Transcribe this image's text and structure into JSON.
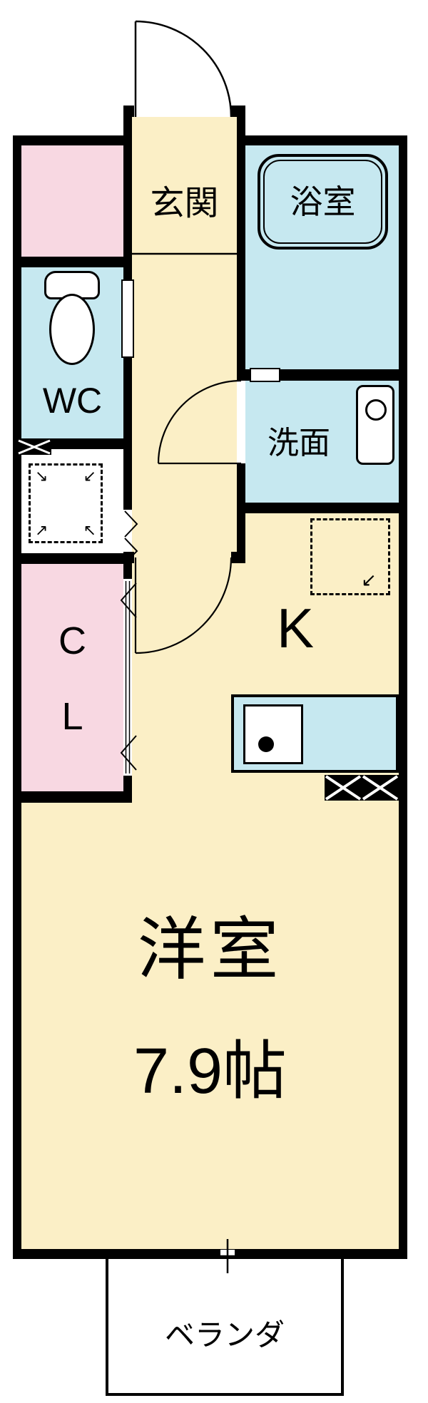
{
  "floorplan": {
    "entrance": {
      "label": "玄関"
    },
    "bathroom": {
      "label": "浴室"
    },
    "wc": {
      "label": "WC"
    },
    "washroom": {
      "label": "洗面"
    },
    "kitchen": {
      "label": "K"
    },
    "closet": {
      "line1": "C",
      "line2": "L"
    },
    "main_room": {
      "name": "洋室",
      "size": "7.9帖"
    },
    "balcony": {
      "label": "ベランダ"
    },
    "symbols": {
      "fridge_arrow": "↙",
      "washer_arrow_tl": "↘",
      "washer_arrow_tr": "↙",
      "washer_arrow_bl": "↗",
      "washer_arrow_br": "↖"
    },
    "colors": {
      "floor": "#FBEFC6",
      "wet_area": "#C6E8F0",
      "closet_pink": "#F8D8E2",
      "wall": "#000000",
      "background": "#FFFFFF"
    }
  }
}
